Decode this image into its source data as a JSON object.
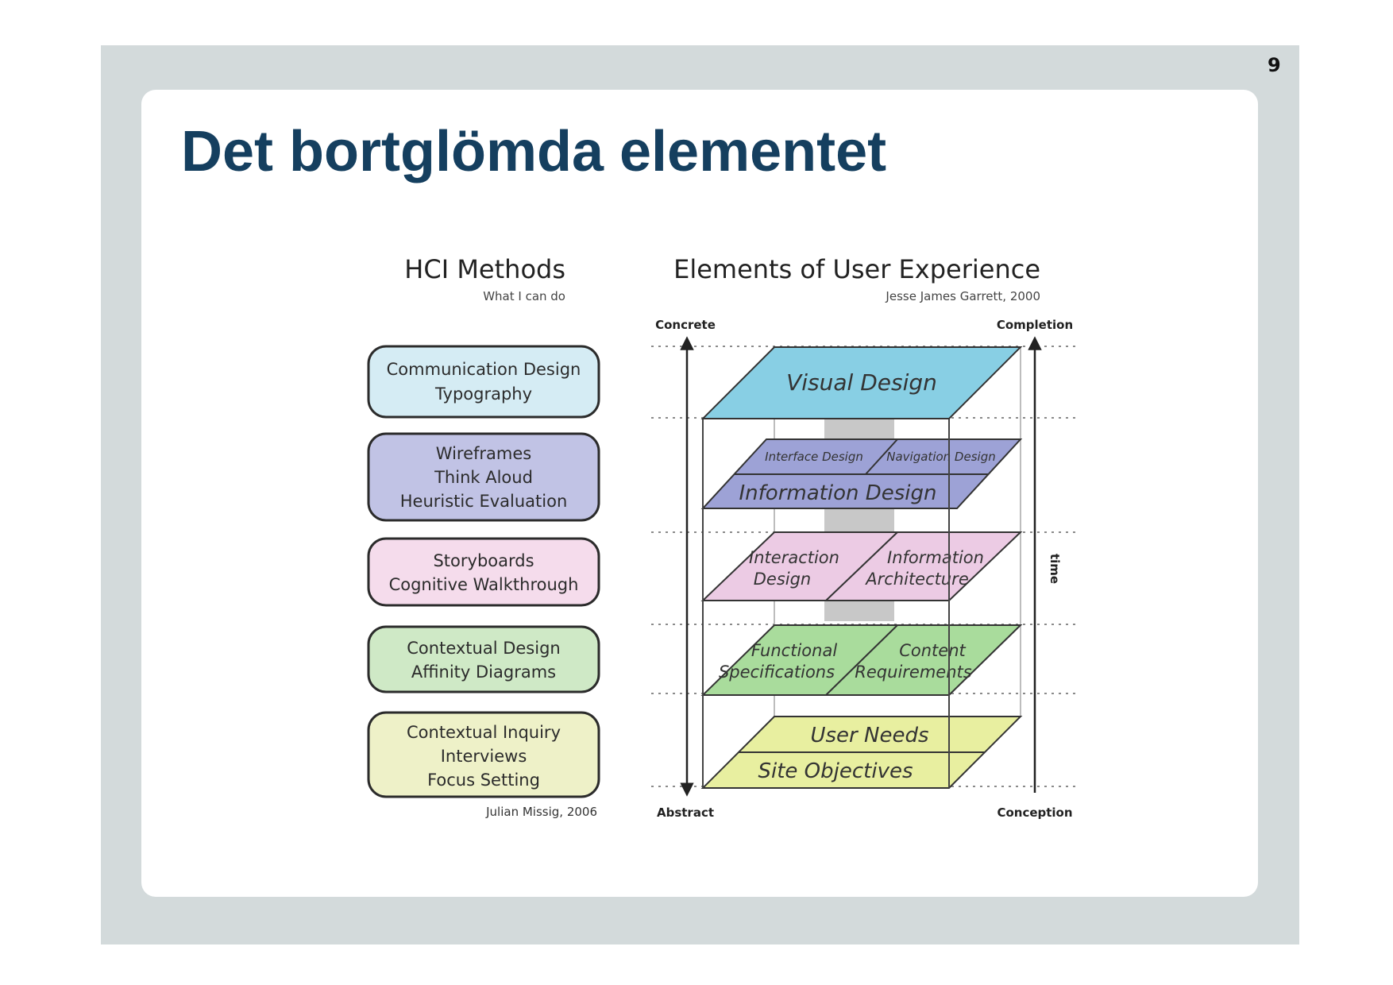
{
  "page": {
    "number": "9",
    "title": "Det bortglömda elementet"
  },
  "hci": {
    "title": "HCI Methods",
    "subtitle": "What I can do",
    "credit": "Julian Missig, 2006",
    "boxes": [
      {
        "lines": [
          "Communication Design",
          "Typography"
        ],
        "fill": "#d5ecf4"
      },
      {
        "lines": [
          "Wireframes",
          "Think Aloud",
          "Heuristic Evaluation"
        ],
        "fill": "#c1c3e5"
      },
      {
        "lines": [
          "Storyboards",
          "Cognitive Walkthrough"
        ],
        "fill": "#f5dcec"
      },
      {
        "lines": [
          "Contextual Design",
          "Affinity Diagrams"
        ],
        "fill": "#cfe9c6"
      },
      {
        "lines": [
          "Contextual Inquiry",
          "Interviews",
          "Focus Setting"
        ],
        "fill": "#eef1c8"
      }
    ]
  },
  "ux": {
    "title": "Elements of User Experience",
    "subtitle": "Jesse James Garrett, 2000",
    "left_axis": {
      "top": "Concrete",
      "bottom": "Abstract"
    },
    "right_axis": {
      "top": "Completion",
      "bottom": "Conception",
      "label": "time"
    },
    "planes": {
      "visual": "Visual Design",
      "interface": "Interface Design",
      "navigation": "Navigation Design",
      "information": "Information Design",
      "interaction": [
        "Interaction",
        "Design"
      ],
      "architecture": [
        "Information",
        "Architecture"
      ],
      "functional": [
        "Functional",
        "Specifications"
      ],
      "content": [
        "Content",
        "Requirements"
      ],
      "user_needs": "User Needs",
      "site_objectives": "Site Objectives"
    },
    "colors": {
      "visual": "#88cfe4",
      "information": "#9da2d6",
      "structure": "#eccbe4",
      "scope": "#a9dc9c",
      "strategy": "#e8efa0"
    }
  }
}
